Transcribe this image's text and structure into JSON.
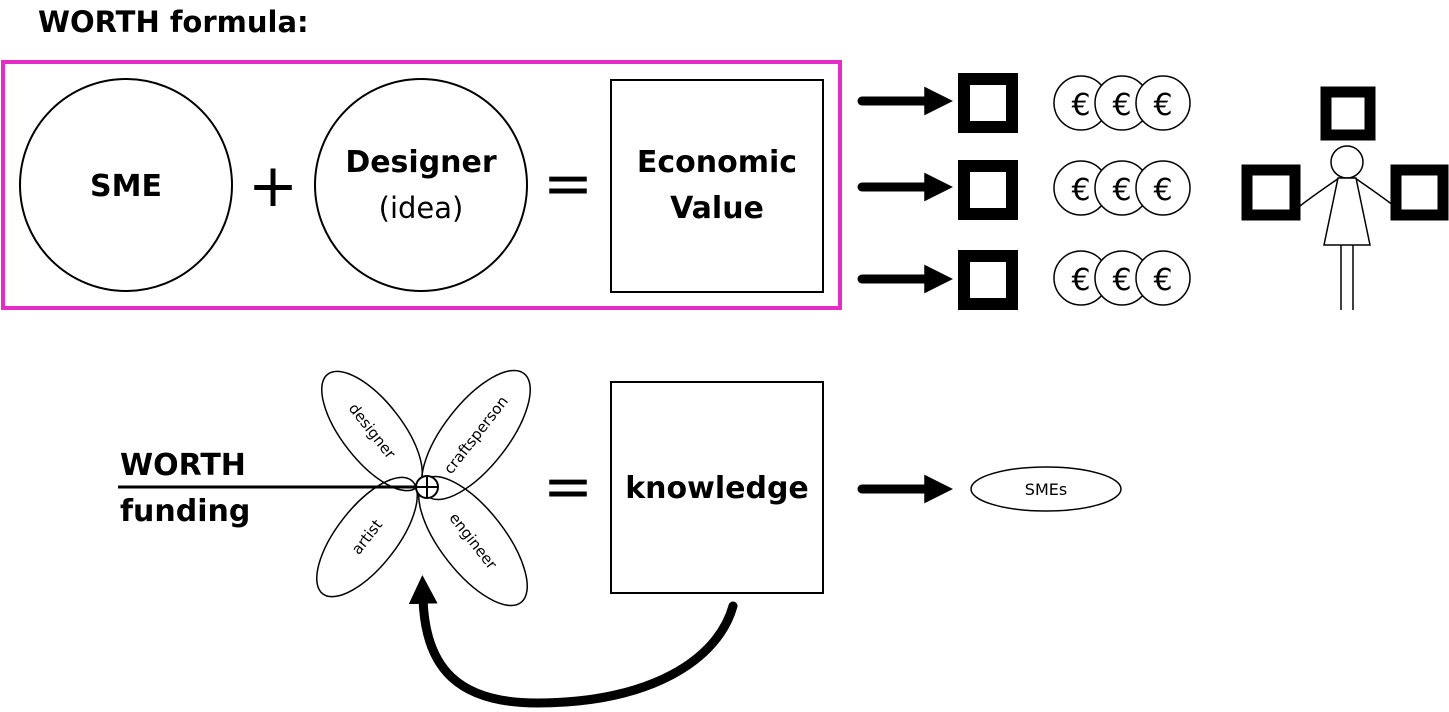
{
  "title": "WORTH formula:",
  "formula": {
    "sme": "SME",
    "plus": "+",
    "designer_line1": "Designer",
    "designer_line2": "(idea)",
    "equals": "=",
    "value_line1": "Economic",
    "value_line2": "Value",
    "frame_color": "#e52cc6"
  },
  "outputs": {
    "euro_symbol": "€",
    "rows": 3,
    "coins_per_row": 3
  },
  "collaboration": {
    "funding_line1": "WORTH",
    "funding_line2": "funding",
    "petals": [
      "designer",
      "craftsperson",
      "artist",
      "engineer"
    ],
    "equals": "=",
    "result": "knowledge",
    "target": "SMEs"
  },
  "icons": [
    "arrow-right-icon",
    "square-icon",
    "euro-coin-icon",
    "person-icon",
    "return-arrow-icon",
    "crosshair-icon"
  ]
}
